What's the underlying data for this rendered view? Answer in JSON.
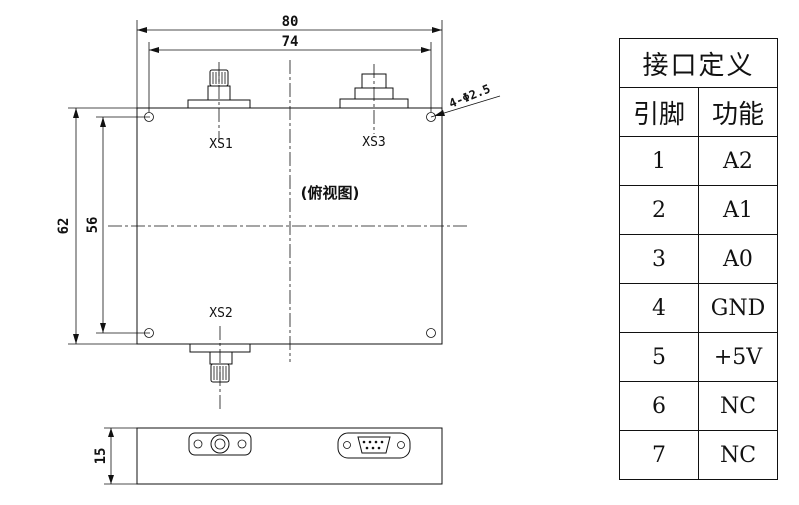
{
  "dimensions": {
    "overall_width": "80",
    "hole_spacing_x": "74",
    "overall_height": "62",
    "hole_spacing_y": "56",
    "thickness": "15",
    "hole_callout": "4-Φ2.5"
  },
  "labels": {
    "xs1": "XS1",
    "xs2": "XS2",
    "xs3": "XS3",
    "view": "(俯视图)"
  },
  "interface_table": {
    "title": "接口定义",
    "headers": [
      "引脚",
      "功能"
    ],
    "rows": [
      {
        "pin": "1",
        "function": "A2"
      },
      {
        "pin": "2",
        "function": "A1"
      },
      {
        "pin": "3",
        "function": "A0"
      },
      {
        "pin": "4",
        "function": "GND"
      },
      {
        "pin": "5",
        "function": "+5V"
      },
      {
        "pin": "6",
        "function": "NC"
      },
      {
        "pin": "7",
        "function": "NC"
      }
    ]
  }
}
